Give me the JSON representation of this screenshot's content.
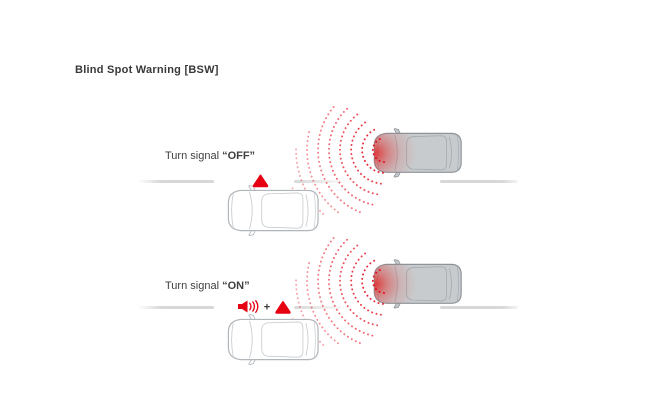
{
  "title": "Blind Spot Warning [BSW]",
  "scenarios": [
    {
      "name": "turn-signal-off",
      "label_prefix": "Turn signal ",
      "label_state": "“OFF”",
      "indicators": [
        "bsw-warning-triangle-icon"
      ]
    },
    {
      "name": "turn-signal-on",
      "label_prefix": "Turn signal ",
      "label_state": "“ON”",
      "plus": "+",
      "indicators": [
        "audible-alert-speaker-icon",
        "bsw-warning-triangle-icon"
      ]
    }
  ],
  "icons": {
    "warning_triangle": "bsw-warning-triangle-icon",
    "speaker": "audible-alert-speaker-icon"
  },
  "colors": {
    "warning_red": "#e60012",
    "radar_arc_red": "#e60012",
    "detected_glow_red": "#df3333",
    "text": "#3c3c3c",
    "lane_marking_gray": "#d8d8d8",
    "other_vehicle_fill": "#c8cbcd",
    "other_vehicle_stroke": "#8d9499",
    "subject_vehicle_fill": "#ffffff",
    "subject_vehicle_stroke": "#b0b6ba"
  }
}
